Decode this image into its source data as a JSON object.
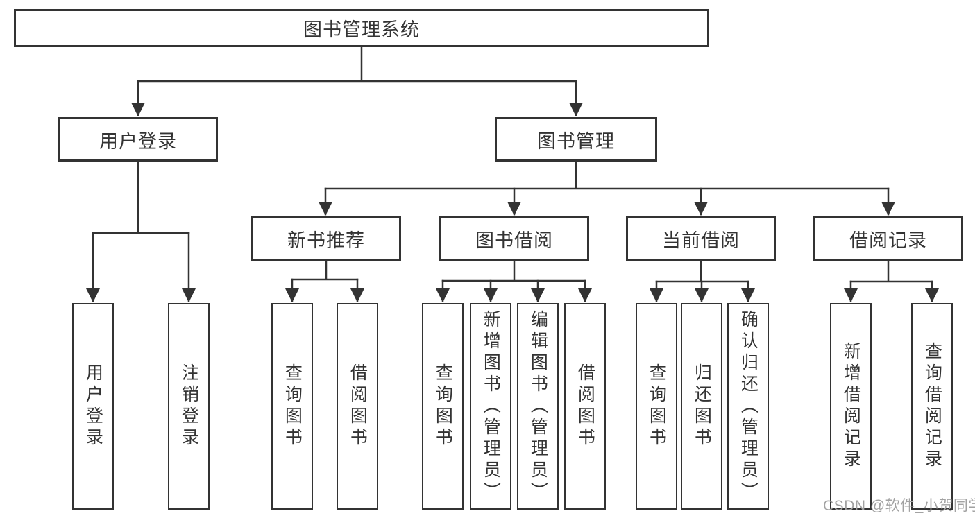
{
  "tree": {
    "label": "图书管理系统",
    "children": [
      {
        "label": "用户登录",
        "children": [
          {
            "label": "用户登录"
          },
          {
            "label": "注销登录"
          }
        ]
      },
      {
        "label": "图书管理",
        "children": [
          {
            "label": "新书推荐",
            "children": [
              {
                "label": "查询图书"
              },
              {
                "label": "借阅图书"
              }
            ]
          },
          {
            "label": "图书借阅",
            "children": [
              {
                "label": "查询图书"
              },
              {
                "label": "新增图书（管理员）"
              },
              {
                "label": "编辑图书（管理员）"
              },
              {
                "label": "借阅图书"
              }
            ]
          },
          {
            "label": "当前借阅",
            "children": [
              {
                "label": "查询图书"
              },
              {
                "label": "归还图书"
              },
              {
                "label": "确认归还（管理员）"
              }
            ]
          },
          {
            "label": "借阅记录",
            "children": [
              {
                "label": "新增借阅记录"
              },
              {
                "label": "查询借阅记录"
              }
            ]
          }
        ]
      }
    ]
  },
  "watermark": {
    "text": "CSDN @软件_小贺同学"
  },
  "colors": {
    "line": "#333333",
    "box_border": "#333333",
    "box_fill": "#ffffff",
    "text": "#333333",
    "watermark": "#a2a2a2",
    "background": "#ffffff"
  }
}
